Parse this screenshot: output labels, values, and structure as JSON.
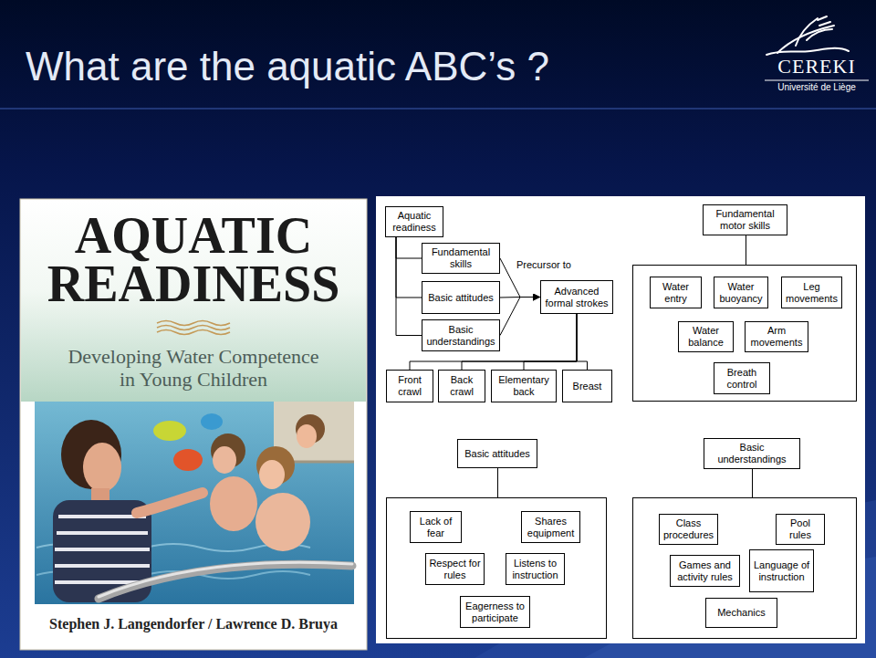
{
  "diagram": {
    "title": "What are the aquatic ABC’s ?",
    "nodes": [
      {
        "text": [
          "Aquatic readiness"
        ]
      },
      {
        "text": [
          "Fundamental skills"
        ]
      },
      {
        "text": [
          "Basic attitudes"
        ]
      },
      {
        "text": [
          "Basic understandings"
        ]
      },
      {
        "text": [
          "Advanced formal strokes"
        ]
      },
      {
        "text": [
          "Front crawl"
        ]
      },
      {
        "text": [
          "Back crawl"
        ]
      },
      {
        "text": [
          "Elementary back"
        ]
      },
      {
        "text": [
          "Breast"
        ]
      },
      {
        "text": [
          "Fundamental motor skills"
        ]
      },
      {
        "text": [
          "Water entry"
        ],
        "in": 9
      },
      {
        "text": [
          "Water buoyancy"
        ],
        "in": 9
      },
      {
        "text": [
          "Leg movements"
        ],
        "in": 9
      },
      {
        "text": [
          "Water balance"
        ],
        "in": 9
      },
      {
        "text": [
          "Arm movements"
        ],
        "in": 9
      },
      {
        "text": [
          "Breath control"
        ],
        "in": 9
      },
      {
        "text": [
          "Basic attitudes"
        ]
      },
      {
        "text": [
          "Lack of fear"
        ],
        "in": 16
      },
      {
        "text": [
          "Shares equipment"
        ],
        "in": 16
      },
      {
        "text": [
          "Respect for rules"
        ],
        "in": 16
      },
      {
        "text": [
          "Listens to instruction"
        ],
        "in": 16
      },
      {
        "text": [
          "Eagerness to participate"
        ],
        "in": 16
      },
      {
        "text": [
          "Basic understandings"
        ]
      },
      {
        "text": [
          "Class procedures"
        ],
        "in": 22
      },
      {
        "text": [
          "Pool rules"
        ],
        "in": 22
      },
      {
        "text": [
          "Games and activity rules"
        ],
        "in": 22
      },
      {
        "text": [
          "Language of instruction"
        ],
        "in": 22
      },
      {
        "text": [
          "Mechanics"
        ],
        "in": 22
      }
    ],
    "edges": [
      {
        "from": 0,
        "to": 1,
        "arrow": "none"
      },
      {
        "from": 0,
        "to": 2,
        "arrow": "none"
      },
      {
        "from": 0,
        "to": 3,
        "arrow": "none"
      },
      {
        "from": 1,
        "to": 4,
        "arrow": "to"
      },
      {
        "from": 2,
        "to": 4,
        "arrow": "to"
      },
      {
        "from": 3,
        "to": 4,
        "arrow": "to"
      },
      {
        "from": 4,
        "to": 5,
        "arrow": "none"
      },
      {
        "from": 4,
        "to": 6,
        "arrow": "none"
      },
      {
        "from": 4,
        "to": 7,
        "arrow": "none"
      },
      {
        "from": 4,
        "to": 8,
        "arrow": "none"
      }
    ],
    "labels": [
      "Precursor to",
      "CEREKI",
      "Université de Liège",
      "AQUATIC READINESS",
      "Developing Water Competence in Young Children",
      "Stephen J. Langendorfer / Lawrence D. Bruya"
    ]
  }
}
